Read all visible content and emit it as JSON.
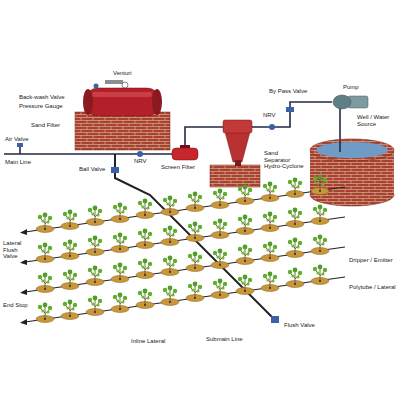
{
  "diagram": {
    "labels": [
      "Back-wash Valve",
      "Pressure Gauge",
      "Venturi",
      "Sand Filter",
      "Air Valve",
      "Main Line",
      "Screen Filter",
      "NRV",
      "By Pass Valve",
      "Pump",
      "Well / Water Source",
      "Sand Separator Hydro-Cyclone",
      "NRV",
      "Ball Valve",
      "Lateral Flush Valve",
      "Dripper / Emitter",
      "Polytube / Lateral",
      "End Stop",
      "Inline Lateral",
      "Submain Line",
      "Flush Valve"
    ]
  }
}
